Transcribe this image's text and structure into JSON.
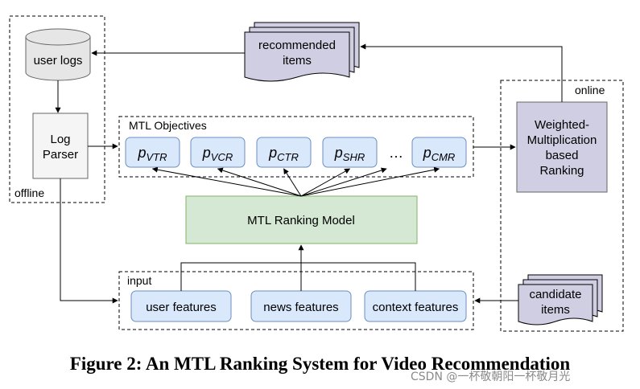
{
  "nodes": {
    "user_logs": "user logs",
    "recommended_items": [
      "recommended",
      "items"
    ],
    "log_parser": [
      "Log",
      "Parser"
    ],
    "offline": "offline",
    "online": "online",
    "mtl_objectives": "MTL Objectives",
    "objectives": [
      "VTR",
      "VCR",
      "CTR",
      "SHR",
      "CMR"
    ],
    "ellipsis": "…",
    "weighted_ranking": [
      "Weighted-",
      "Multiplication",
      "based",
      "Ranking"
    ],
    "mtl_ranking_model": "MTL Ranking Model",
    "input": "input",
    "features": [
      "user features",
      "news features",
      "context features"
    ],
    "candidate_items": [
      "candidate",
      "items"
    ]
  },
  "caption": "Figure 2: An MTL Ranking System for Video Recommendation",
  "watermark": "CSDN @一杯敬朝阳一杯敬月光",
  "colors": {
    "cylinder_fill": "#e6e6e6",
    "doc_fill": "#d0cee2",
    "feature_fill": "#dae8fc",
    "feature_stroke": "#6c8ebf",
    "model_fill": "#d5e8d4",
    "model_stroke": "#82b366",
    "parser_fill": "#f5f5f5",
    "parser_stroke": "#666666"
  }
}
